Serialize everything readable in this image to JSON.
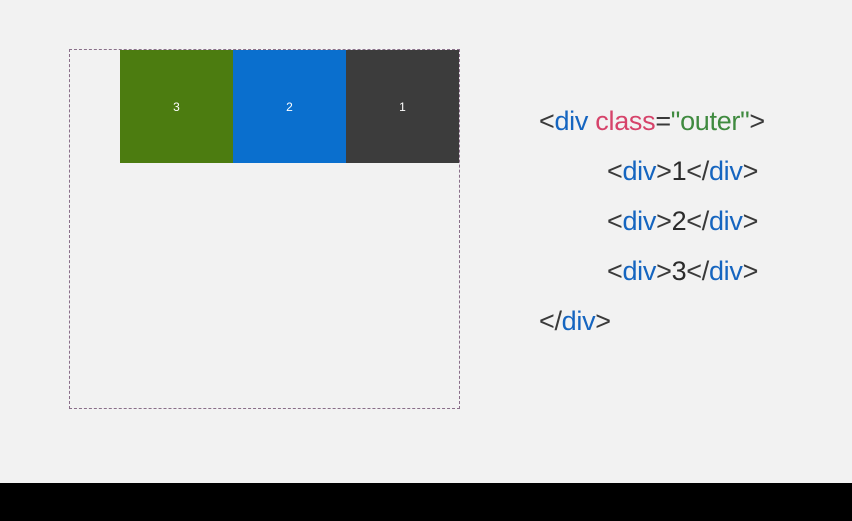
{
  "page": {
    "background_color": "#f2f2f2",
    "bottom_bar_color": "#000000"
  },
  "demo": {
    "container": {
      "label": "outer",
      "border_style": "dashed",
      "border_color": "#8a6f8a",
      "flex_direction": "row-reverse"
    },
    "items": [
      {
        "label": "1",
        "color": "#3c3c3c",
        "text_color": "#ffffff"
      },
      {
        "label": "2",
        "color": "#0a6fce",
        "text_color": "#ffffff"
      },
      {
        "label": "3",
        "color": "#4c7c10",
        "text_color": "#ffffff"
      }
    ]
  },
  "code": {
    "language": "html",
    "colors": {
      "punctuation": "#3a3a3a",
      "tag": "#1565c0",
      "attribute": "#d6436a",
      "string": "#3f8a3f",
      "text": "#2b2b2b"
    },
    "lines": [
      {
        "indent": false,
        "tokens": [
          {
            "t": "punct",
            "v": "<"
          },
          {
            "t": "tag",
            "v": "div"
          },
          {
            "t": "punct",
            "v": " "
          },
          {
            "t": "attr",
            "v": "class"
          },
          {
            "t": "punct",
            "v": "="
          },
          {
            "t": "string",
            "v": "\"outer\""
          },
          {
            "t": "punct",
            "v": ">"
          }
        ]
      },
      {
        "indent": true,
        "tokens": [
          {
            "t": "punct",
            "v": "<"
          },
          {
            "t": "tag",
            "v": "div"
          },
          {
            "t": "punct",
            "v": ">"
          },
          {
            "t": "text",
            "v": "1"
          },
          {
            "t": "punct",
            "v": "</"
          },
          {
            "t": "tag",
            "v": "div"
          },
          {
            "t": "punct",
            "v": ">"
          }
        ]
      },
      {
        "indent": true,
        "tokens": [
          {
            "t": "punct",
            "v": "<"
          },
          {
            "t": "tag",
            "v": "div"
          },
          {
            "t": "punct",
            "v": ">"
          },
          {
            "t": "text",
            "v": "2"
          },
          {
            "t": "punct",
            "v": "</"
          },
          {
            "t": "tag",
            "v": "div"
          },
          {
            "t": "punct",
            "v": ">"
          }
        ]
      },
      {
        "indent": true,
        "tokens": [
          {
            "t": "punct",
            "v": "<"
          },
          {
            "t": "tag",
            "v": "div"
          },
          {
            "t": "punct",
            "v": ">"
          },
          {
            "t": "text",
            "v": "3"
          },
          {
            "t": "punct",
            "v": "</"
          },
          {
            "t": "tag",
            "v": "div"
          },
          {
            "t": "punct",
            "v": ">"
          }
        ]
      },
      {
        "indent": false,
        "tokens": [
          {
            "t": "punct",
            "v": "</"
          },
          {
            "t": "tag",
            "v": "div"
          },
          {
            "t": "punct",
            "v": ">"
          }
        ]
      }
    ]
  }
}
